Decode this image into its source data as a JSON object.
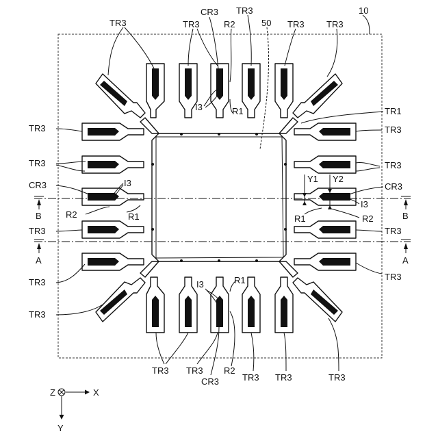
{
  "labels": {
    "frame": "10",
    "die_area": "50",
    "tr1": "TR1",
    "tr3": "TR3",
    "cr3": "CR3",
    "r1": "R1",
    "r2": "R2",
    "i3": "I3",
    "y1": "Y1",
    "y2": "Y2",
    "section_a": "A",
    "section_b": "B"
  },
  "axes": {
    "z": "Z",
    "x": "X",
    "y": "Y"
  }
}
